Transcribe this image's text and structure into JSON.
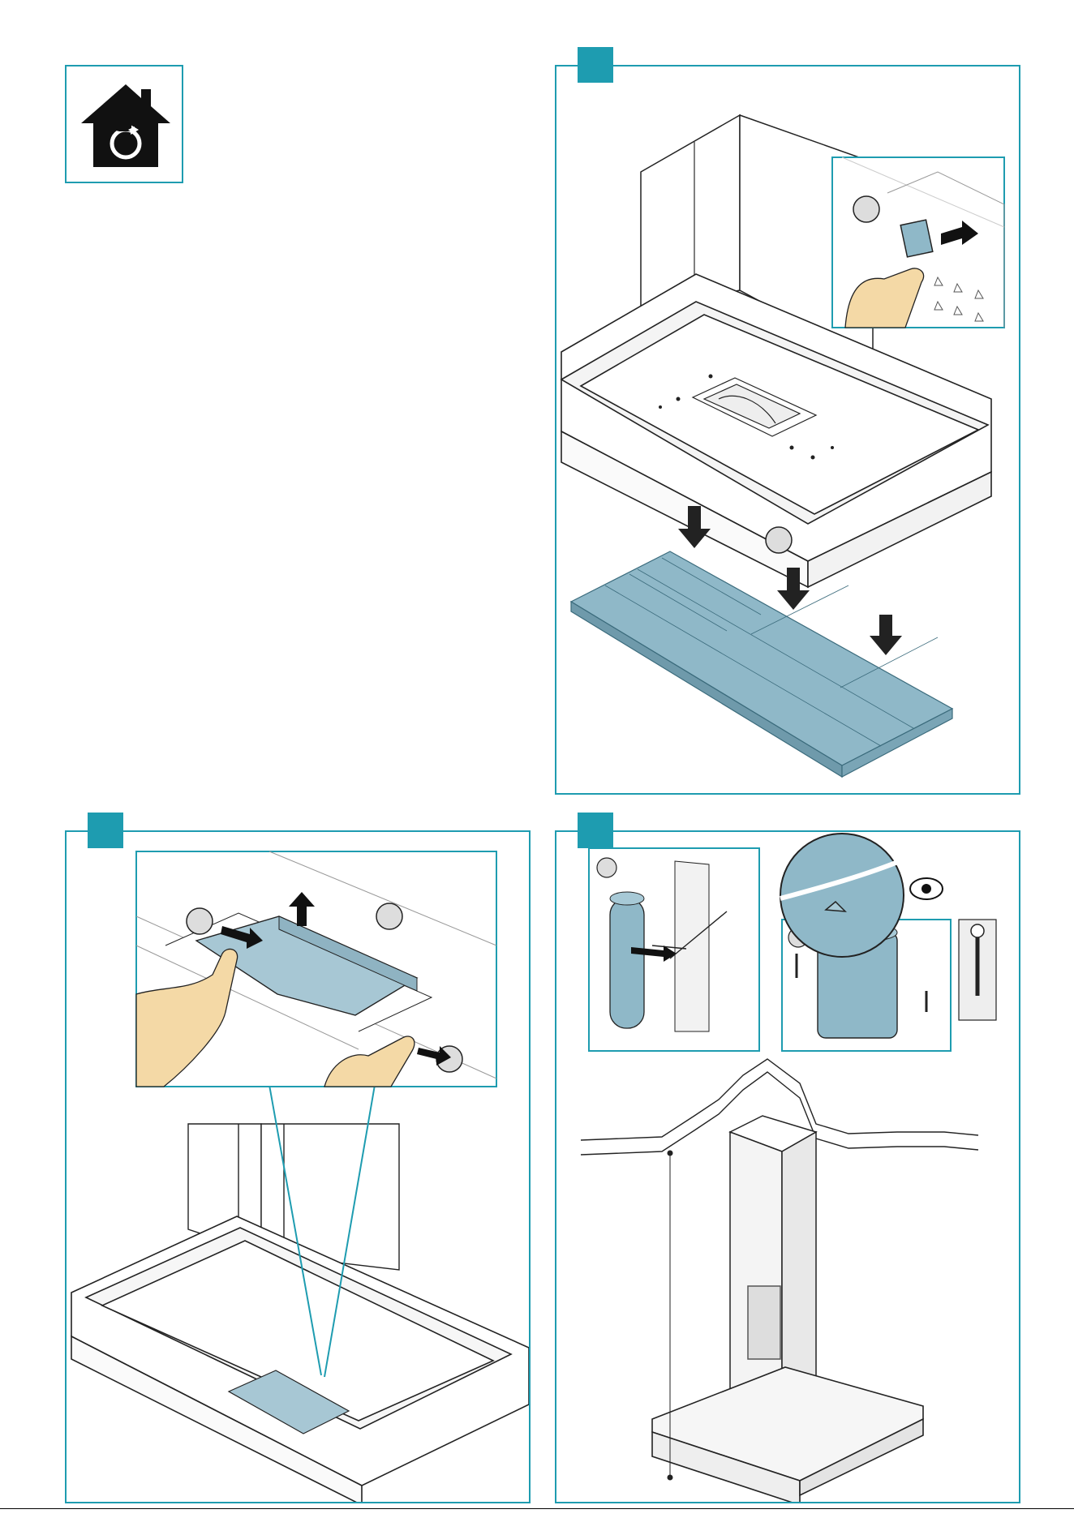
{
  "page": {
    "accent_color": "#1e9cb0",
    "filter_color": "#8fb8c8",
    "footer_code": ""
  },
  "icons": {
    "home_icon": "house-with-circulation-arrow-icon"
  },
  "panels": [
    {
      "name": "panel-step-1",
      "description_icon": "filter-removal"
    },
    {
      "name": "panel-step-2",
      "description_icon": "grease-filter-tray"
    },
    {
      "name": "panel-step-3",
      "description_icon": "chimney-and-fixings"
    }
  ]
}
